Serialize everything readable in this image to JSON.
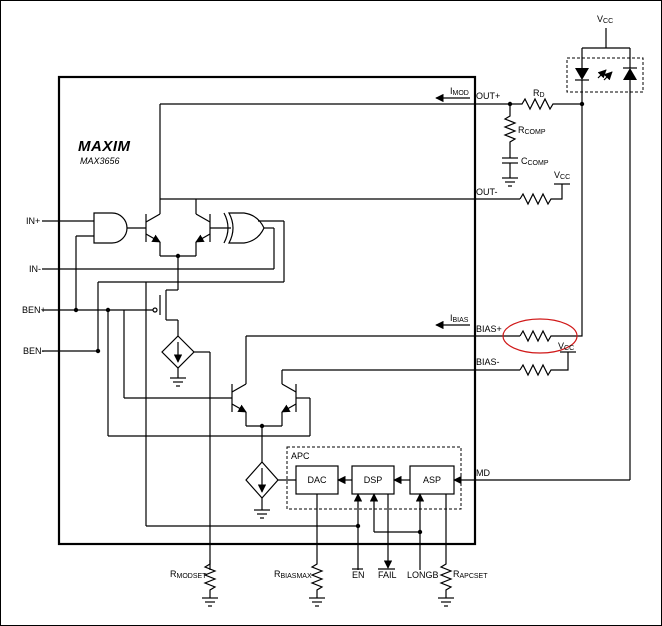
{
  "brand": "MAXIM",
  "part_number": "MAX3656",
  "pins": {
    "in_plus": "IN+",
    "in_minus": "IN-",
    "ben_plus": "BEN+",
    "ben_minus": "BEN-",
    "out_plus": "OUT+",
    "out_minus": "OUT-",
    "bias_plus": "BIAS+",
    "bias_minus": "BIAS-",
    "md": "MD",
    "en": "EN",
    "fail": "FAIL",
    "longb": "LONGB"
  },
  "currents": {
    "imod": {
      "main": "I",
      "sub": "MOD"
    },
    "ibias": {
      "main": "I",
      "sub": "BIAS"
    }
  },
  "blocks": {
    "apc": "APC",
    "dac": "DAC",
    "dsp": "DSP",
    "asp": "ASP"
  },
  "components": {
    "rd": {
      "main": "R",
      "sub": "D"
    },
    "rcomp": {
      "main": "R",
      "sub": "COMP"
    },
    "ccomp": {
      "main": "C",
      "sub": "COMP"
    },
    "rmodset": {
      "main": "R",
      "sub": "MODSET"
    },
    "rbiasmax": {
      "main": "R",
      "sub": "BIASMAX"
    },
    "rapcset": {
      "main": "R",
      "sub": "APCSET"
    }
  },
  "supply": {
    "main": "V",
    "sub": "CC"
  }
}
